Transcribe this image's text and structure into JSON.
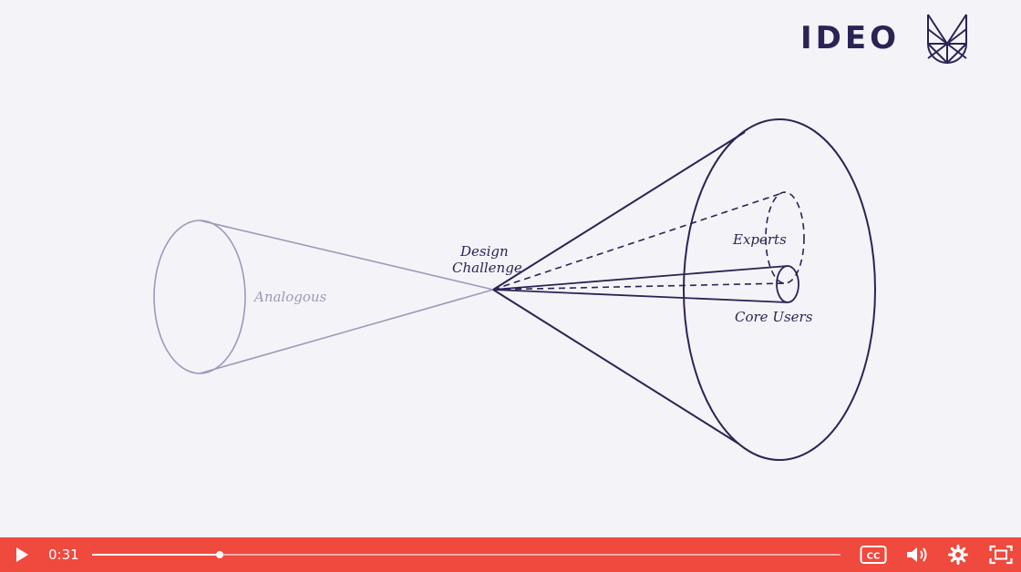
{
  "video": {
    "logo": {
      "text": "IDEO",
      "mark": "IDEO U logo mark"
    },
    "diagram": {
      "labels": {
        "analogous": "Analogous",
        "design_challenge_line1": "Design",
        "design_challenge_line2": "Challenge",
        "experts": "Experts",
        "core_users": "Core Users"
      },
      "colors": {
        "dark": "#2a2455",
        "light": "#9e99b8"
      }
    }
  },
  "player": {
    "time": "0:31",
    "progress_fraction": 0.171,
    "accent_color": "#f0493e",
    "icons": {
      "play": "play-icon",
      "cc": "closed-captions-icon",
      "volume": "volume-icon",
      "settings": "gear-icon",
      "fullscreen": "fullscreen-icon"
    },
    "cc_label": "CC"
  }
}
